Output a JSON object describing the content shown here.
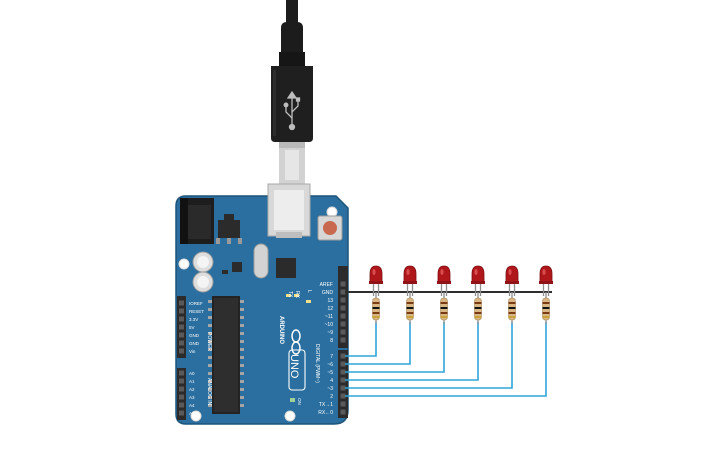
{
  "board": {
    "brand": "ARDUINO",
    "model": "UNO",
    "power_header_title": "POWER",
    "analog_header_title": "ANALOG IN",
    "digital_header_title": "DIGITAL (PWM~)",
    "on_label": "ON",
    "power_pins": [
      "IOREF",
      "RESET",
      "3.3V",
      "5V",
      "GND",
      "GND",
      "Vin"
    ],
    "analog_pins": [
      "A0",
      "A1",
      "A2",
      "A3",
      "A4",
      "A5"
    ],
    "top_digital_pins": [
      "AREF",
      "GND",
      "13",
      "12",
      "~11",
      "~10",
      "~9",
      "8"
    ],
    "bottom_digital_pins": [
      "7",
      "~6",
      "~5",
      "4",
      "~3",
      "2",
      "TX→1",
      "RX←0"
    ],
    "tx_label": "TX",
    "rx_label": "RX",
    "l_label": "L"
  },
  "circuit": {
    "leds": [
      {
        "id": "LED1",
        "color": "red",
        "pin": "7"
      },
      {
        "id": "LED2",
        "color": "red",
        "pin": "~6"
      },
      {
        "id": "LED3",
        "color": "red",
        "pin": "~5"
      },
      {
        "id": "LED4",
        "color": "red",
        "pin": "4"
      },
      {
        "id": "LED5",
        "color": "red",
        "pin": "~3"
      },
      {
        "id": "LED6",
        "color": "red",
        "pin": "2"
      }
    ],
    "resistor_count": 6,
    "ground_pin": "GND"
  },
  "colors": {
    "board": "#2a6f9f",
    "board_dark": "#1d5478",
    "header": "#2b2b2b",
    "signal_wire": "#2fa5d8",
    "ground_wire": "#2d2d2d",
    "led": "#b0171b",
    "resistor_body": "#d8b784",
    "cable": "#1c1c1c"
  }
}
